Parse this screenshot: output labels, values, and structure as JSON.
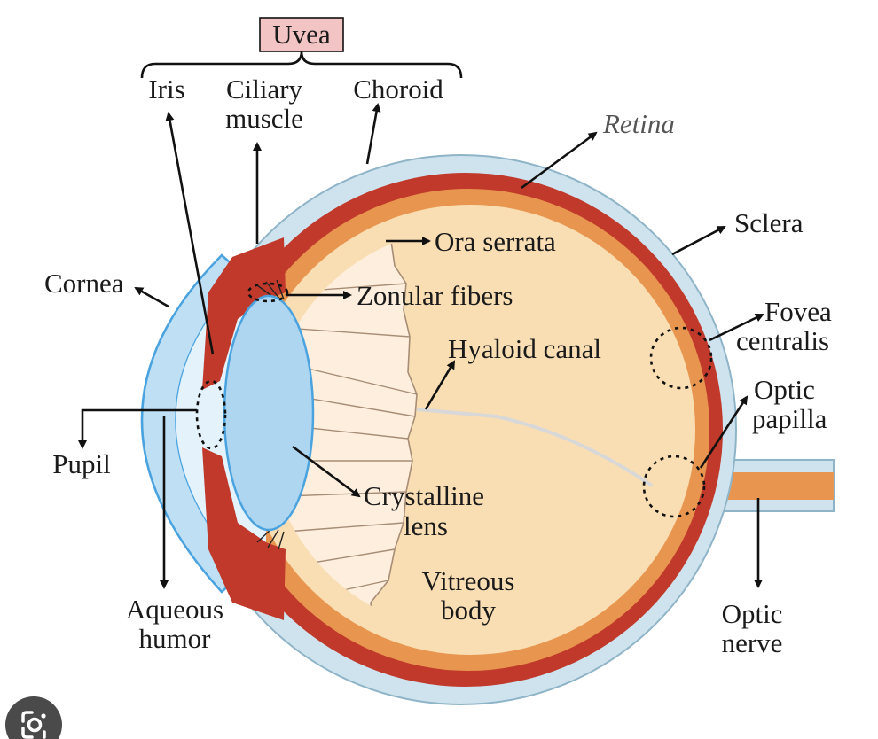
{
  "labels": {
    "uvea": "Uvea",
    "iris": "Iris",
    "ciliary_line1": "Ciliary",
    "ciliary_line2": "muscle",
    "choroid": "Choroid",
    "retina": "Retina",
    "sclera": "Sclera",
    "ora_serrata": "Ora serrata",
    "cornea": "Cornea",
    "zonular": "Zonular fibers",
    "fovea_line1": "Fovea",
    "fovea_line2": "centralis",
    "hyaloid": "Hyaloid canal",
    "optic_papilla_line1": "Optic",
    "optic_papilla_line2": "papilla",
    "pupil": "Pupil",
    "crystalline_line1": "Crystalline",
    "crystalline_line2": "lens",
    "vitreous_line1": "Vitreous",
    "vitreous_line2": "body",
    "aqueous_line1": "Aqueous",
    "aqueous_line2": "humor",
    "optic_nerve_line1": "Optic",
    "optic_nerve_line2": "nerve"
  },
  "colors": {
    "sclera": "#cfe3ee",
    "choroid": "#c0392b",
    "retina": "#e8964f",
    "vitreous": "#f9deb4",
    "lens": "#aed6f1",
    "cornea": "#bfdff5",
    "aqueous": "#e3f2fb",
    "ciliary_body": "#fdeedd",
    "uvea_box": "#f2c4c4"
  },
  "icons": {
    "lens_search": "google-lens-icon"
  }
}
